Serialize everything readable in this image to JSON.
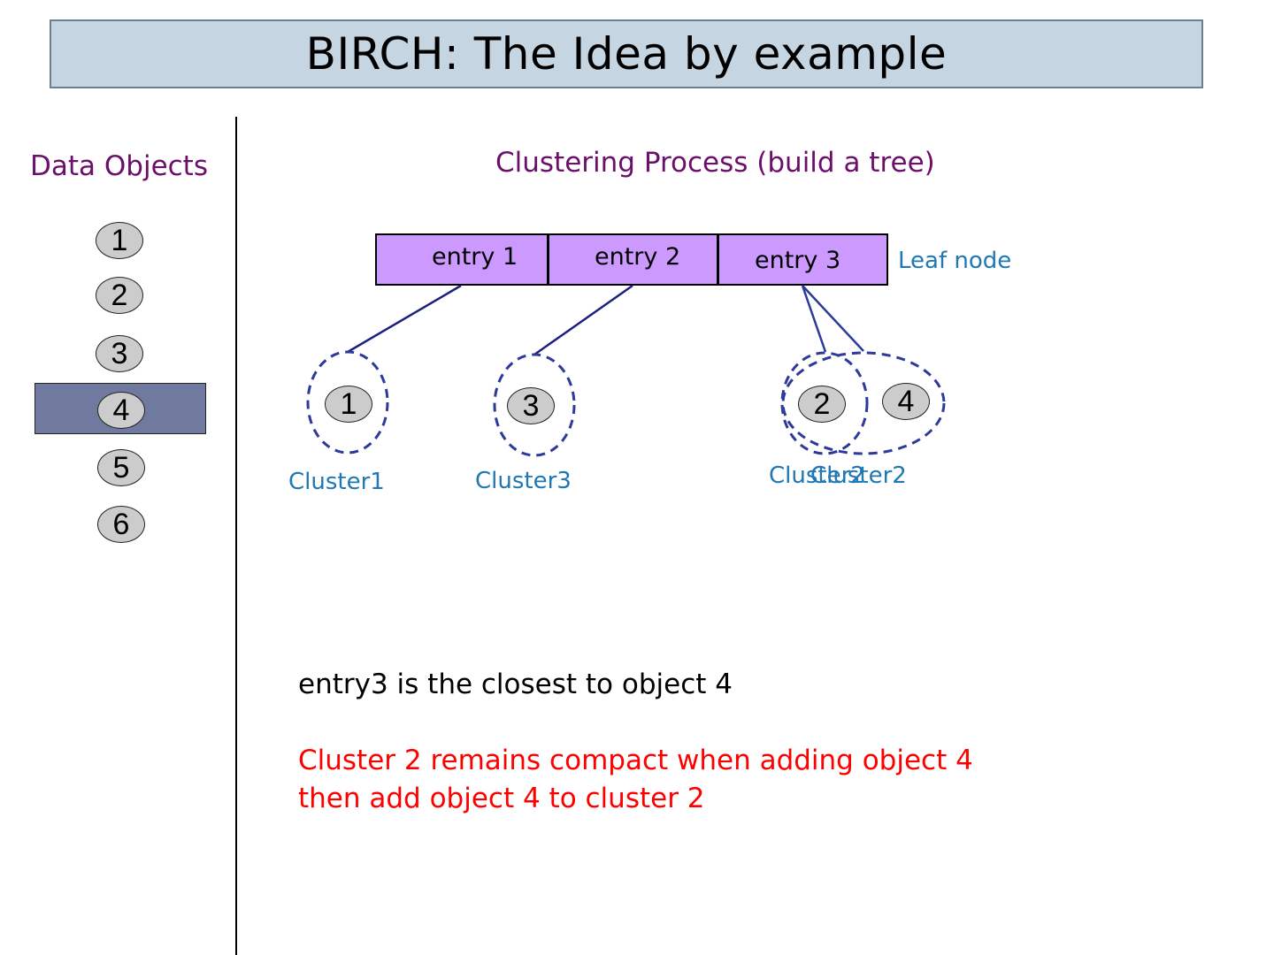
{
  "title": "BIRCH: The Idea by example",
  "data_objects_heading": "Data Objects",
  "process_heading": "Clustering Process  (build a tree)",
  "data_objects": [
    "1",
    "2",
    "3",
    "4",
    "5",
    "6"
  ],
  "highlighted_object": "4",
  "leaf_node": {
    "entries": [
      "entry 1",
      "entry 2",
      "entry 3"
    ],
    "label": "Leaf node"
  },
  "clusters": [
    {
      "label": "Cluster1",
      "objects": [
        "1"
      ]
    },
    {
      "label": "Cluster3",
      "objects": [
        "3"
      ]
    },
    {
      "label": "Cluster2",
      "objects": [
        "2"
      ]
    },
    {
      "label": "Cluster2",
      "objects": [
        "2",
        "4"
      ]
    }
  ],
  "notes": {
    "closest": "entry3 is the closest to object 4",
    "line1": "Cluster 2 remains compact when adding object 4",
    "line2": "then  add object 4 to cluster 2"
  },
  "colors": {
    "title_bg": "#c5d5e2",
    "heading": "#6b0f6b",
    "entry_fill": "#cc99ff",
    "cluster_label": "#1f77b4",
    "cluster_outline": "#2e3a99",
    "highlight": "#6f7a9e",
    "emphasis_text": "#ff0000"
  }
}
